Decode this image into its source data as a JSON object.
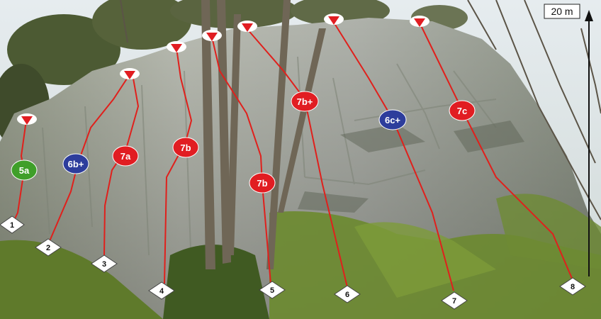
{
  "scale": {
    "label": "20 m"
  },
  "colors": {
    "route_line": "#e0201c",
    "grade_red": "#e11d22",
    "grade_blue": "#2d3d9c",
    "grade_green": "#3f9f2a",
    "anchor": "#e11d22"
  },
  "routes": [
    {
      "number": "1",
      "grade": "5a",
      "grade_color": "green"
    },
    {
      "number": "2",
      "grade": "6b+",
      "grade_color": "blue"
    },
    {
      "number": "3",
      "grade": "7a",
      "grade_color": "red"
    },
    {
      "number": "4",
      "grade": "7b",
      "grade_color": "red"
    },
    {
      "number": "5",
      "grade": "7b",
      "grade_color": "red"
    },
    {
      "number": "6",
      "grade": "7b+",
      "grade_color": "red"
    },
    {
      "number": "7",
      "grade": "6c+",
      "grade_color": "blue"
    },
    {
      "number": "8",
      "grade": "7c",
      "grade_color": "red"
    }
  ]
}
